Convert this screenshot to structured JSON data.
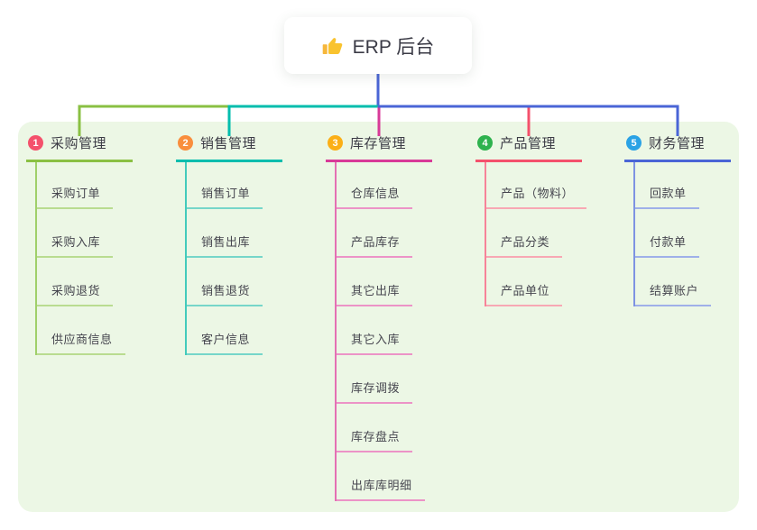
{
  "root": {
    "label": "ERP 后台",
    "icon": "thumbs-up-icon"
  },
  "canvas": {
    "bg": "#ecf7e5",
    "root_line_color": "#4a65d6"
  },
  "branches": [
    {
      "index": "1",
      "label": "采购管理",
      "color": "#8ac043",
      "line": "#a0d06a",
      "light": "#b9dc90",
      "badge": "#f4516c",
      "items": [
        "采购订单",
        "采购入库",
        "采购退货",
        "供应商信息"
      ]
    },
    {
      "index": "2",
      "label": "销售管理",
      "color": "#00bdad",
      "line": "#43cbbc",
      "light": "#76d6c9",
      "badge": "#f98e3d",
      "items": [
        "销售订单",
        "销售出库",
        "销售退货",
        "客户信息"
      ]
    },
    {
      "index": "3",
      "label": "库存管理",
      "color": "#d83a98",
      "line": "#e470b4",
      "light": "#ec93c7",
      "badge": "#fbaf17",
      "items": [
        "仓库信息",
        "产品库存",
        "其它出库",
        "其它入库",
        "库存调拨",
        "库存盘点",
        "出库库明细"
      ]
    },
    {
      "index": "4",
      "label": "产品管理",
      "color": "#f4516c",
      "line": "#f78399",
      "light": "#f8a8b4",
      "badge": "#2eb24e",
      "items": [
        "产品（物料）",
        "产品分类",
        "产品单位"
      ]
    },
    {
      "index": "5",
      "label": "财务管理",
      "color": "#4a65d6",
      "line": "#7e93e2",
      "light": "#9fb0e9",
      "badge": "#2aa2e5",
      "items": [
        "回款单",
        "付款单",
        "结算账户"
      ]
    }
  ]
}
